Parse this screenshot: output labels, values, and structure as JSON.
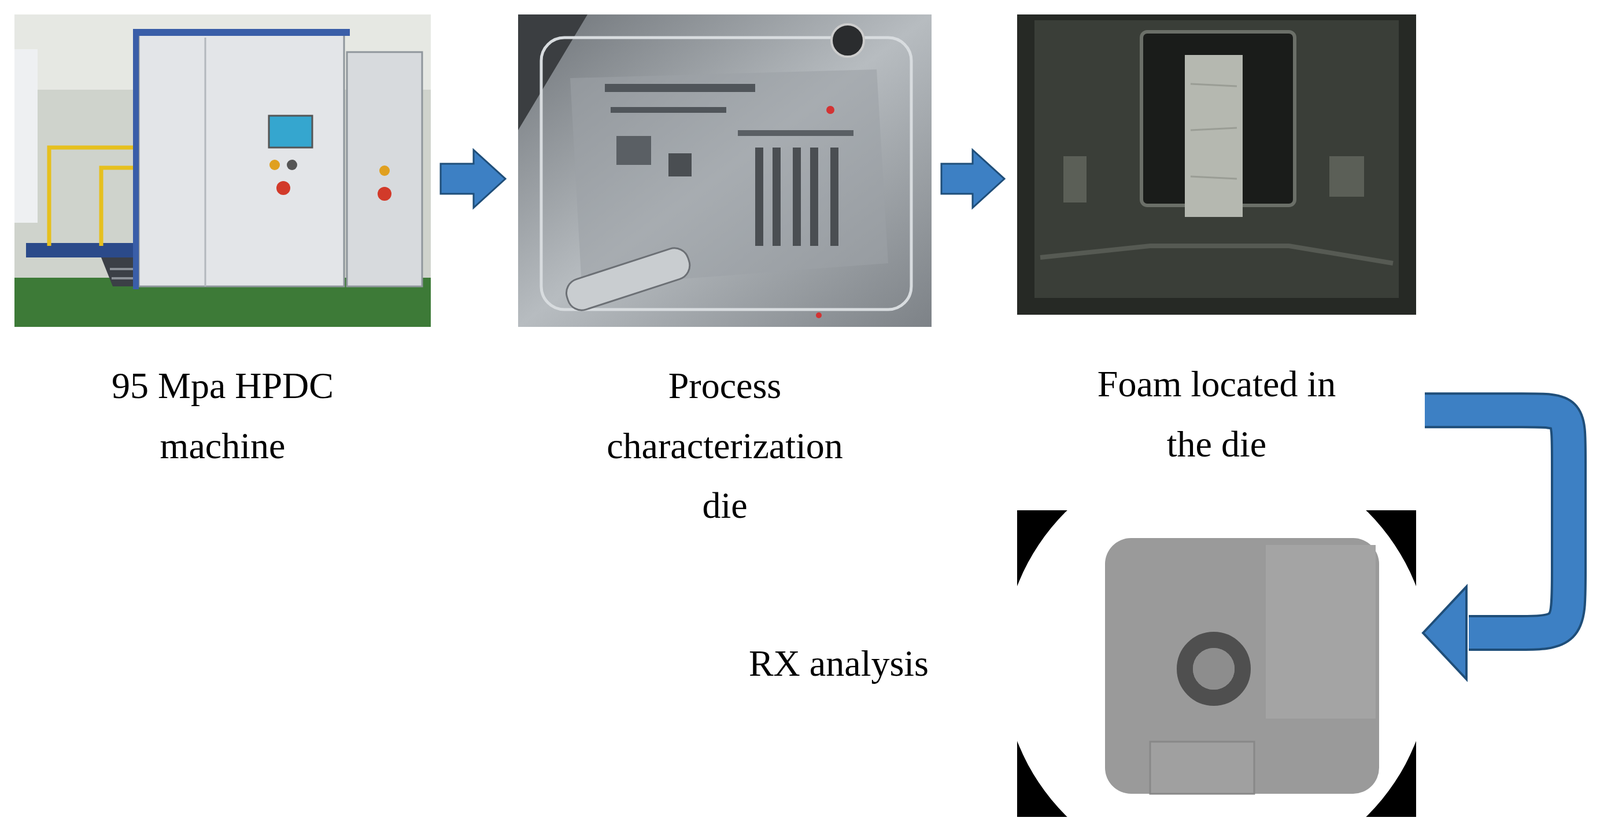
{
  "diagram": {
    "nodes": [
      {
        "text": [
          "95 Mpa HPDC machine"
        ]
      },
      {
        "text": [
          "Process characterization die"
        ]
      },
      {
        "text": [
          "Foam located in the die"
        ]
      },
      {
        "text": [
          "RX analysis"
        ]
      }
    ],
    "edges": [
      {
        "from": 0,
        "to": 1,
        "arrow": "to"
      },
      {
        "from": 1,
        "to": 2,
        "arrow": "to"
      },
      {
        "from": 2,
        "to": 3,
        "arrow": "to"
      }
    ]
  }
}
